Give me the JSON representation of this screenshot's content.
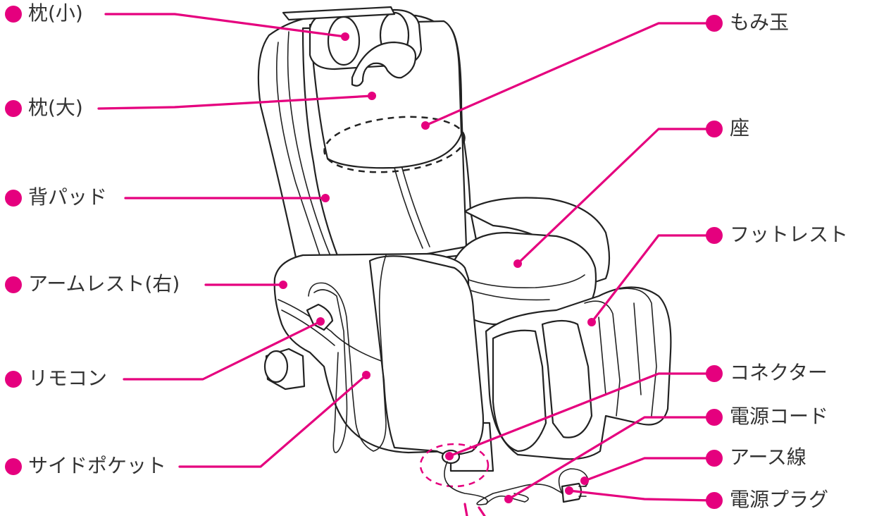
{
  "diagram": {
    "accent_color": "#e5007e",
    "labels": {
      "makura_small": "枕(小)",
      "makura_large": "枕(大)",
      "back_pad": "背パッド",
      "armrest_right": "アームレスト(右)",
      "remote": "リモコン",
      "side_pocket": "サイドポケット",
      "momi_dama": "もみ玉",
      "seat": "座",
      "footrest": "フットレスト",
      "connector": "コネクター",
      "power_cord": "電源コード",
      "earth_wire": "アース線",
      "power_plug": "電源プラグ"
    }
  }
}
